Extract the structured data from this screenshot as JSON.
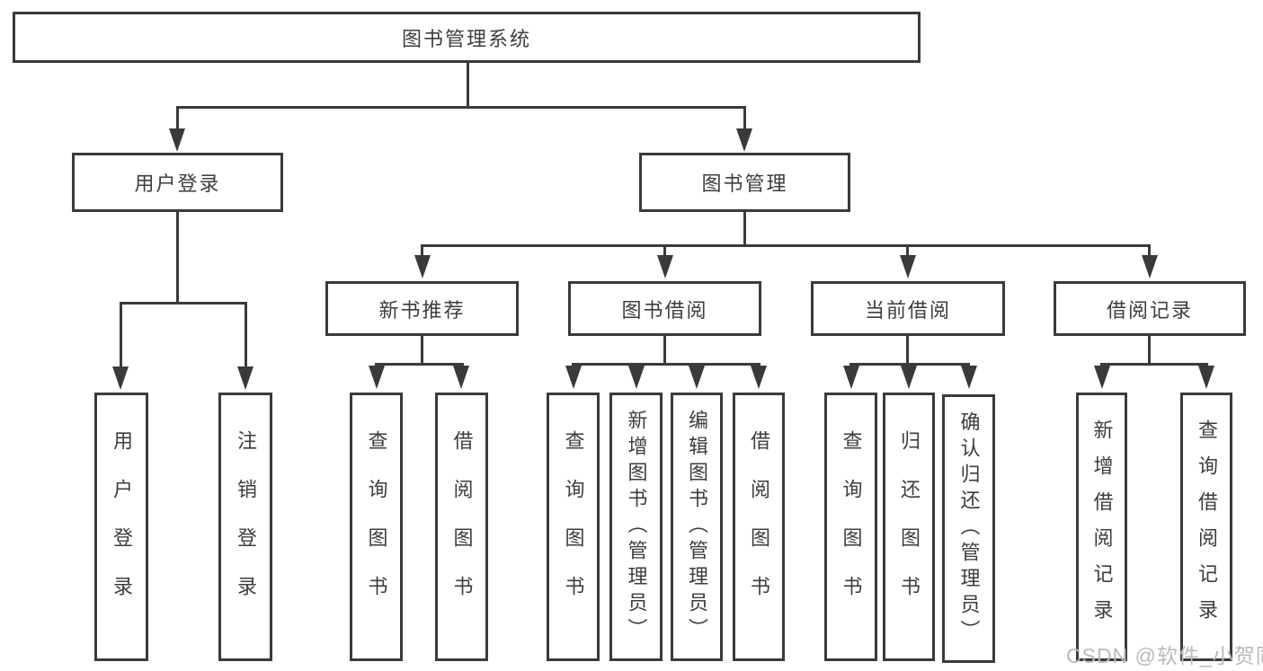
{
  "diagram": {
    "title": "图书管理系统",
    "level2": {
      "user_login": "用户登录",
      "book_mgmt": "图书管理"
    },
    "level3": {
      "new_books": "新书推荐",
      "book_borrow": "图书借阅",
      "current_borrow": "当前借阅",
      "borrow_records": "借阅记录"
    },
    "leaves": {
      "user_login": "用户登录",
      "logout": "注销登录",
      "nb_query": "查询图书",
      "nb_borrow": "借阅图书",
      "bb_query": "查询图书",
      "bb_add": "新增图书（管理员）",
      "bb_edit": "编辑图书（管理员）",
      "bb_borrow": "借阅图书",
      "cb_query": "查询图书",
      "cb_return": "归还图书",
      "cb_confirm": "确认归还（管理员）",
      "br_add": "新增借阅记录",
      "br_query": "查询借阅记录"
    }
  },
  "watermark": {
    "text": "CSDN @软件_小贺同学"
  },
  "colors": {
    "line": "#3a3a3a",
    "text": "#3d3d3d",
    "background": "#ffffff",
    "watermark": "#b9bac1"
  }
}
